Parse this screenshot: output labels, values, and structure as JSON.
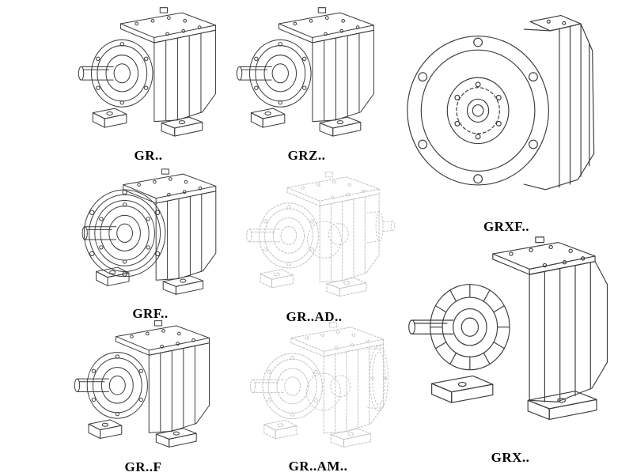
{
  "page": {
    "background_color": "#ffffff"
  },
  "colors": {
    "line": "#3c3c3c",
    "phantom_line": "#c2c2c2",
    "label_text": "#000000"
  },
  "diagram": {
    "items": [
      {
        "id": "gr",
        "label": "GR..",
        "line_style": "solid"
      },
      {
        "id": "grz",
        "label": "GRZ..",
        "line_style": "solid"
      },
      {
        "id": "grxf",
        "label": "GRXF..",
        "line_style": "solid"
      },
      {
        "id": "grf",
        "label": "GRF..",
        "line_style": "solid"
      },
      {
        "id": "gr_ad",
        "label": "GR..AD..",
        "line_style": "phantom"
      },
      {
        "id": "gr_f",
        "label": "GR..F",
        "line_style": "solid"
      },
      {
        "id": "gr_am",
        "label": "GR..AM..",
        "line_style": "phantom"
      },
      {
        "id": "grx",
        "label": "GRX..",
        "line_style": "solid"
      }
    ]
  }
}
